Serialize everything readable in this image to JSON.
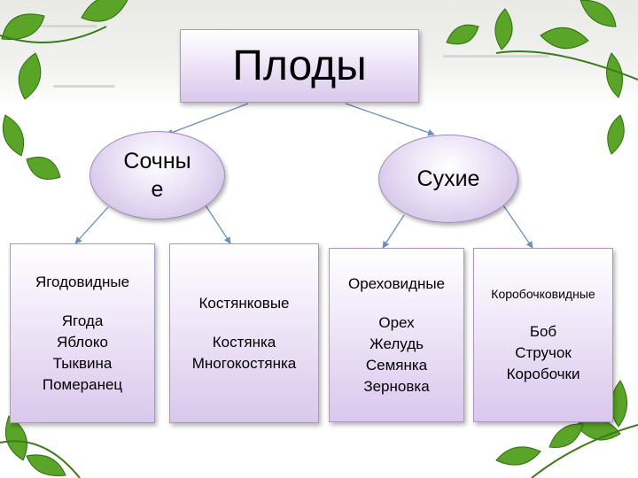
{
  "title": "Плоды",
  "categories": [
    {
      "label": "Сочные",
      "children": [
        {
          "heading": "Ягодовидные",
          "items": [
            "Ягода",
            "Яблоко",
            "Тыквина",
            "Померанец"
          ]
        },
        {
          "heading": "Костянковые",
          "items": [
            "Костянка",
            "Многокостянка"
          ]
        }
      ]
    },
    {
      "label": "Сухие",
      "children": [
        {
          "heading": "Ореховидные",
          "items": [
            "Орех",
            "Желудь",
            "Семянка",
            "Зерновка"
          ]
        },
        {
          "heading": "Коробочковидные",
          "items": [
            "Боб",
            "Стручок",
            "Коробочки"
          ]
        }
      ]
    }
  ],
  "colors": {
    "box_border": "#a898bf",
    "box_fill_bottom": "#d9c8ec",
    "connector": "#6a8fb8",
    "leaf": "#5aa428"
  }
}
